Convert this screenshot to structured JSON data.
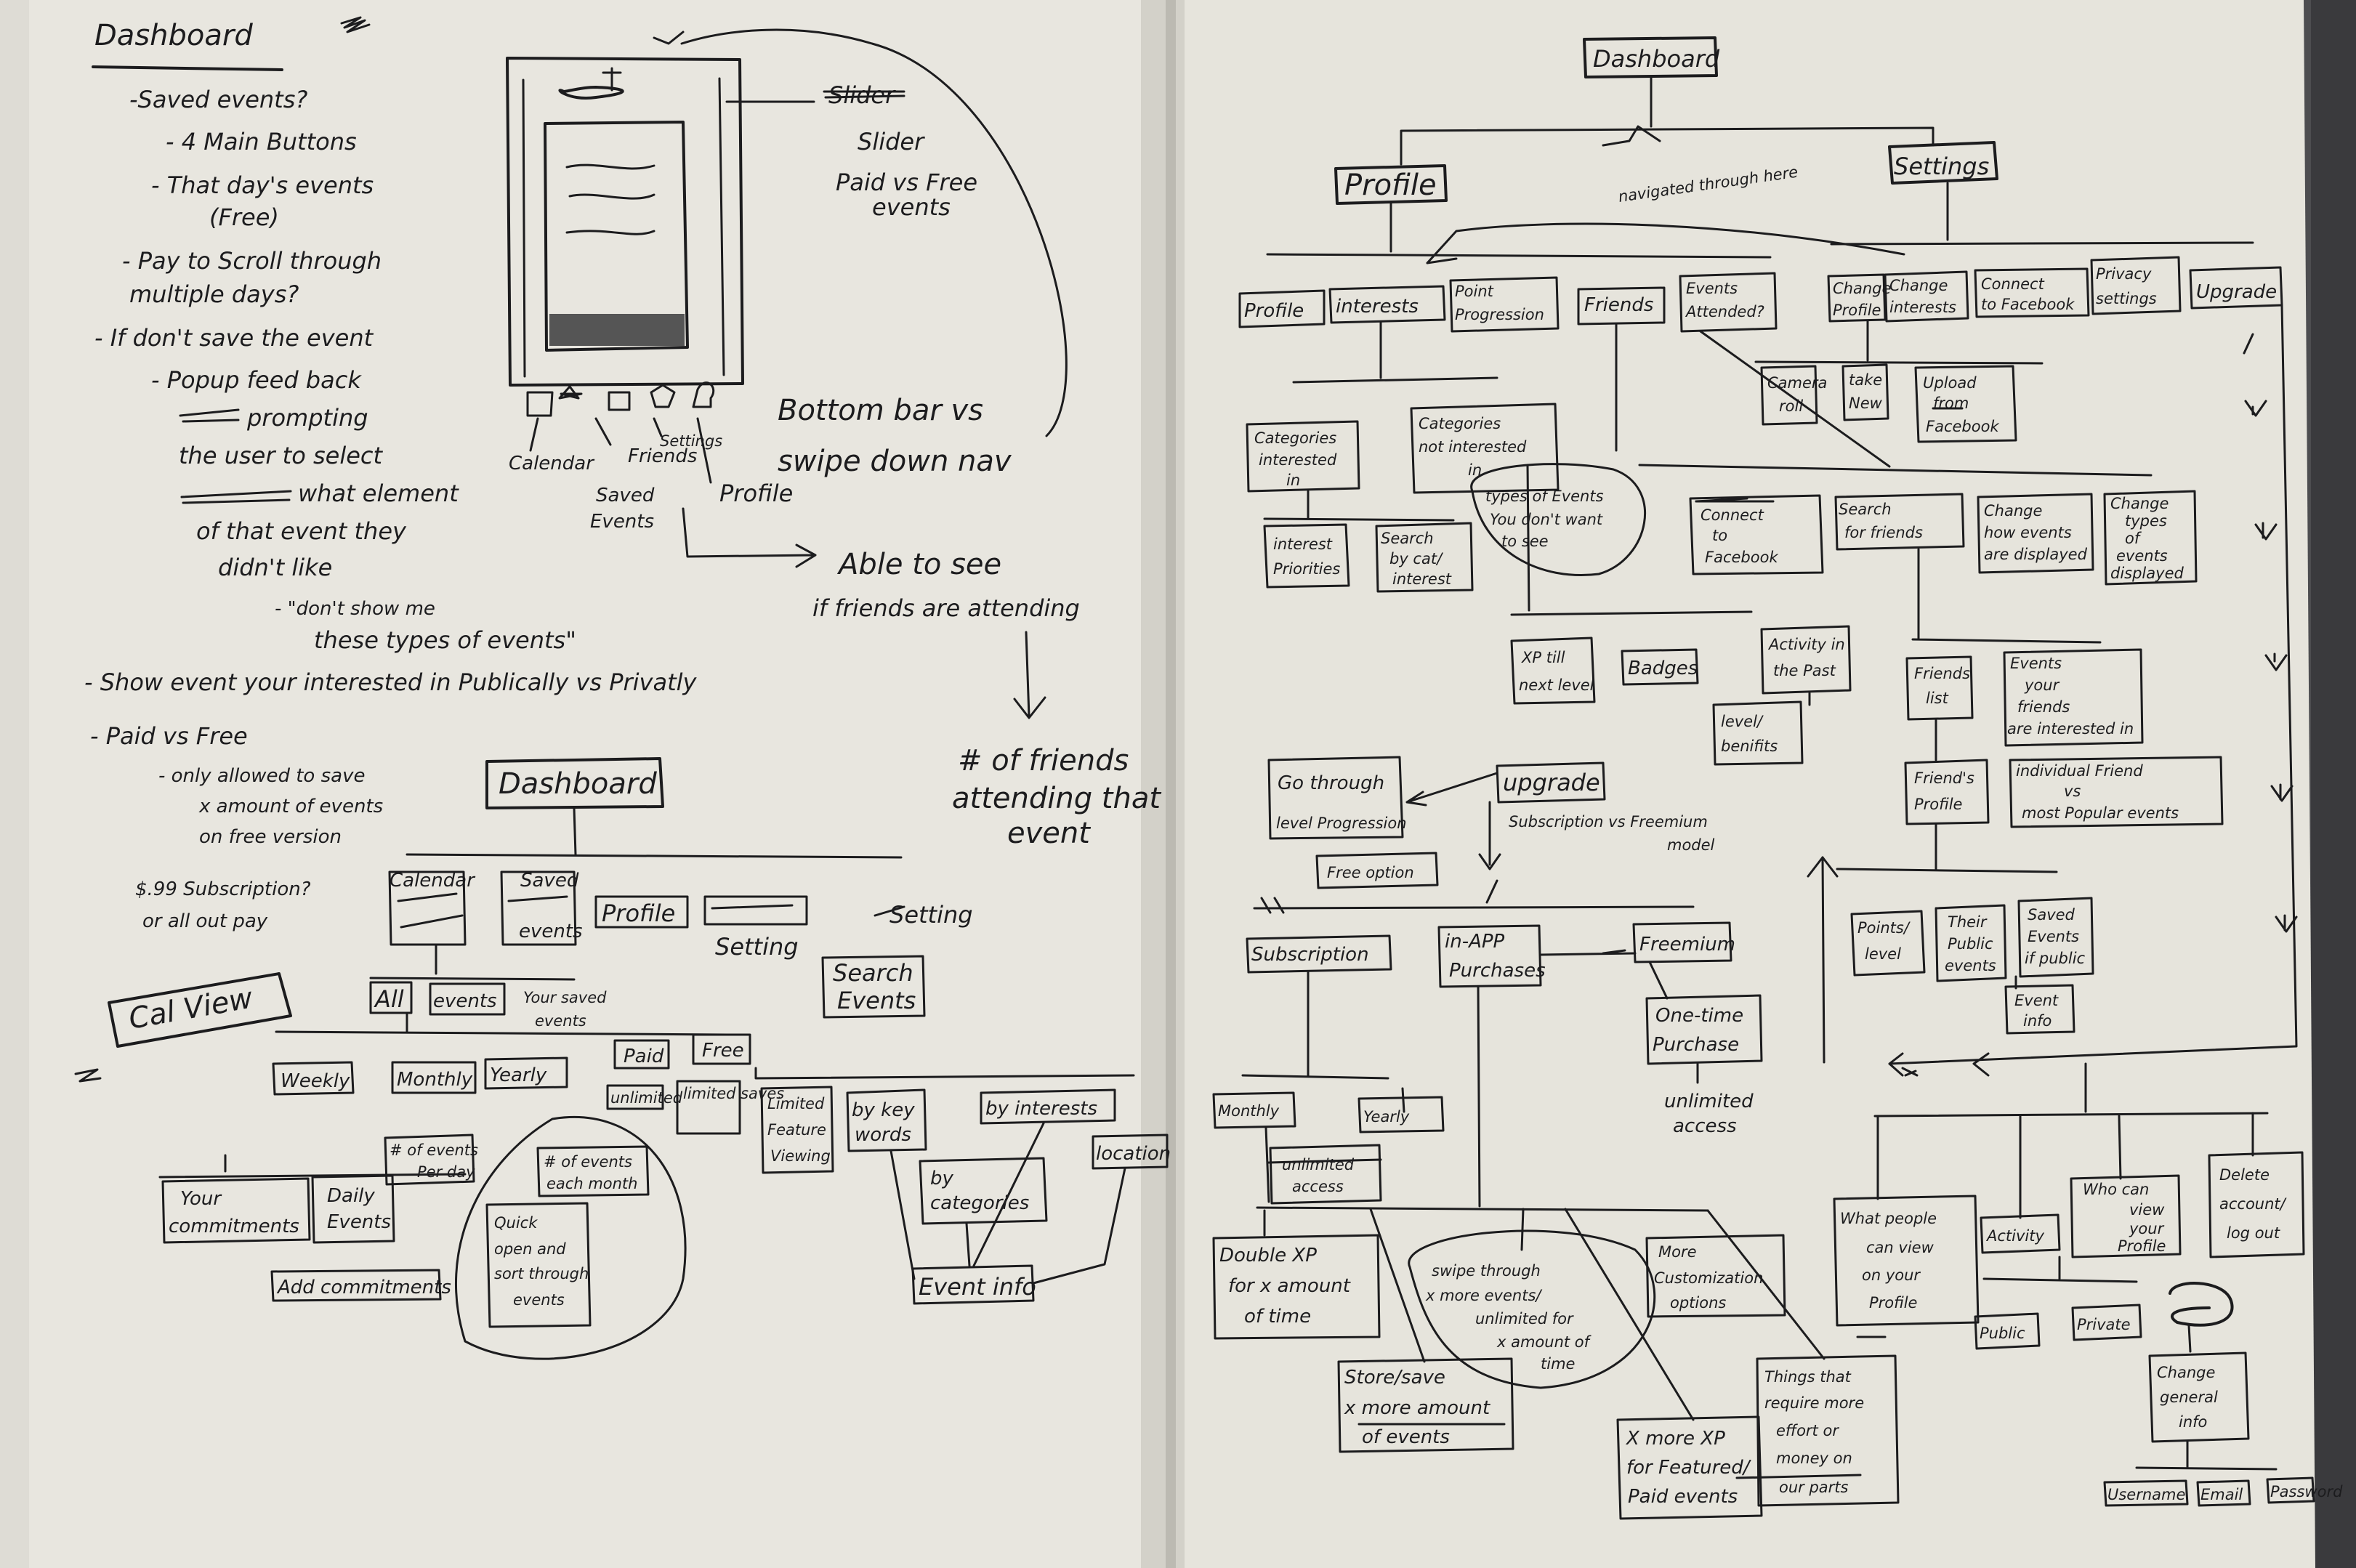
{
  "left_page": {
    "notes": {
      "title": "Dashboard",
      "lines": [
        "-Saved events?",
        "- 4 Main Buttons",
        "- That day's events",
        "(Free)",
        "- Pay to Scroll through",
        "multiple days?",
        "- If don't save the event",
        "- Popup feed back",
        "prompting",
        "the user to select",
        "what element",
        "of that event they",
        "didn't like",
        "- \"don't show me",
        "these types of events\"",
        "- Show event your interested in Publically vs Privatly",
        "- Paid vs Free",
        "- only allowed to save",
        "x amount of events",
        "on free version",
        "$.99 Subscription?",
        "or all out pay"
      ]
    },
    "phone_sketch": {
      "slider_note_struck": "Slider",
      "slider_note": [
        "Slider",
        "Paid vs Free",
        "events"
      ],
      "bottom_bar_note": [
        "Bottom bar vs",
        "swipe down nav"
      ],
      "bottom_labels": [
        "Calendar",
        "Friends",
        "Settings",
        "Saved",
        "Events",
        "Profile"
      ],
      "able_note": [
        "Able to see",
        "if friends are attending"
      ],
      "count_note": [
        "# of friends",
        "attending that",
        "event"
      ]
    },
    "tree": {
      "root": "Dashboard",
      "cal_view": "Cal View",
      "calendar": "Calendar",
      "saved": "Saved",
      "events": "events",
      "profile": "Profile",
      "setting": "Setting",
      "search_events": [
        "Search",
        "Events"
      ],
      "all": "All",
      "events_your_saved": [
        "Your saved",
        "events"
      ],
      "weekly": "Weekly",
      "monthly": "Monthly",
      "yearly": "Yearly",
      "paid": "Paid",
      "free": "Free",
      "unlimited": "unlimited",
      "limited_saves": "limited saves",
      "limited_feature": [
        "Limited",
        "Feature",
        "Viewing"
      ],
      "by_key_words": [
        "by key",
        "words"
      ],
      "by_interests": "by interests",
      "by_categories": [
        "by",
        "categories"
      ],
      "location": "location",
      "your_commitments": [
        "Your",
        "commitments"
      ],
      "daily_events": [
        "Daily",
        "Events"
      ],
      "events_per_day": [
        "# of events",
        "Per day"
      ],
      "events_each_month": [
        "# of events",
        "each month"
      ],
      "quick_open": [
        "Quick",
        "open and",
        "sort through",
        "events"
      ],
      "add_commitments": "Add commitments",
      "event_info": "Event info"
    }
  },
  "right_page": {
    "root": "Dashboard",
    "profile": "Profile",
    "settings": "Settings",
    "navigated_note": "navigated through here",
    "profile_children": [
      "Profile",
      "interests",
      [
        "Point",
        "Progression"
      ],
      "Friends",
      [
        "Events",
        "Attended?"
      ]
    ],
    "settings_children": [
      [
        "Change",
        "Profile"
      ],
      [
        "Change",
        "interests"
      ],
      [
        "Connect",
        "to Facebook"
      ],
      [
        "Privacy",
        "settings"
      ],
      "Upgrade"
    ],
    "camera_roll": [
      "Camera",
      "roll"
    ],
    "take_new": [
      "take",
      "New"
    ],
    "upload_facebook": [
      "Upload",
      "from",
      "Facebook"
    ],
    "categories_interested": [
      "Categories",
      "interested",
      "in"
    ],
    "categories_not": [
      "Categories",
      "not interested",
      "in"
    ],
    "types_not_want": [
      "types of Events",
      "You don't want",
      "to see"
    ],
    "interest_priorities": [
      "interest",
      "Priorities"
    ],
    "search_by_cat": [
      "Search",
      "by cat/",
      "interest"
    ],
    "connect_facebook": [
      "Connect",
      "to",
      "Facebook"
    ],
    "search_friends": [
      "Search",
      "for friends"
    ],
    "change_how_events": [
      "Change",
      "how events",
      "are displayed"
    ],
    "change_types": [
      "Change",
      "types",
      "of",
      "events",
      "displayed"
    ],
    "xp_till": [
      "XP till",
      "next level"
    ],
    "badges": "Badges",
    "activity_past": [
      "Activity in",
      "the Past"
    ],
    "level_benefits": [
      "level/",
      "benifits"
    ],
    "friends_list": [
      "Friends",
      "list"
    ],
    "events_friends_interested": [
      "Events",
      "your",
      "friends",
      "are interested in"
    ],
    "individual_friend": [
      "individual Friend",
      "vs",
      "most Popular events"
    ],
    "friends_profile": [
      "Friend's",
      "Profile"
    ],
    "go_through_level": [
      "Go through",
      "level Progression"
    ],
    "free_option": "Free option",
    "upgrade": "upgrade",
    "upgrade_note": [
      "Subscription vs Freemium",
      "model"
    ],
    "subscription": "Subscription",
    "in_app": [
      "in-APP",
      "Purchases"
    ],
    "freemium": "Freemium",
    "one_time": [
      "One-time",
      "Purchase"
    ],
    "unlimited_access": [
      "unlimited",
      "access"
    ],
    "monthly": "Monthly",
    "yearly": "Yearly",
    "unlimited_access_2": [
      "unlimited",
      "access"
    ],
    "double_xp": [
      "Double XP",
      "for x amount",
      "of time"
    ],
    "swipe_through": [
      "swipe through",
      "x more events/",
      "unlimited for",
      "x amount of",
      "time"
    ],
    "more_custom": [
      "More",
      "Customization",
      "options"
    ],
    "store_save": [
      "Store/save",
      "x more amount",
      "of events"
    ],
    "x_more_xp": [
      "X more XP",
      "for Featured/",
      "Paid events"
    ],
    "things_require": [
      "Things that",
      "require more",
      "effort or",
      "money on",
      "our parts"
    ],
    "points_level": [
      "Points/",
      "level"
    ],
    "their_public": [
      "Their",
      "Public",
      "events"
    ],
    "saved_events_public": [
      "Saved",
      "Events",
      "if public"
    ],
    "event_info": [
      "Event",
      "info"
    ],
    "what_people": [
      "What people",
      "can view",
      "on your",
      "Profile"
    ],
    "activity": "Activity",
    "who_can_view": [
      "Who can",
      "view",
      "your",
      "Profile"
    ],
    "delete_account": [
      "Delete",
      "account/",
      "log out"
    ],
    "public": "Public",
    "private": "Private",
    "change_general": [
      "Change",
      "general",
      "info"
    ],
    "username": "Username",
    "email": "Email",
    "password": "Password"
  }
}
